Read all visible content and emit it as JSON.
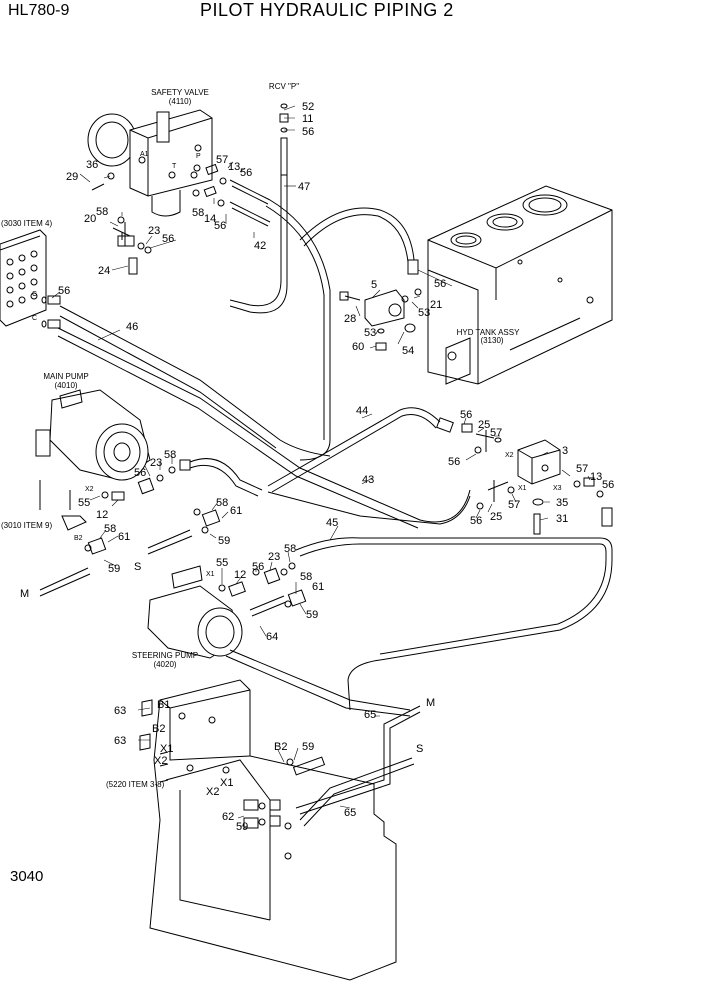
{
  "header": {
    "model": "HL780-9",
    "title": "PILOT HYDRAULIC PIPING 2"
  },
  "footer": {
    "page_number": "3040"
  },
  "components": {
    "safety_valve": {
      "name": "SAFETY VALVE",
      "code": "(4110)"
    },
    "rcv": {
      "name": "RCV \"P\""
    },
    "hyd_tank": {
      "name": "HYD TANK ASSY",
      "code": "(3130)"
    },
    "main_pump": {
      "name": "MAIN PUMP",
      "code": "(4010)"
    },
    "steering_pump": {
      "name": "STEERING PUMP",
      "code": "(4020)"
    },
    "ref_3030": "(3030 ITEM 4)",
    "ref_3010": "(3010 ITEM 9)",
    "ref_5220": "(5220 ITEM 3-8)"
  },
  "port_labels": {
    "a1": "A1",
    "t": "T",
    "p": "P",
    "x1": "X1",
    "x2": "X2",
    "x3": "X3",
    "b1": "B1",
    "b2": "B2",
    "m": "M",
    "s": "S",
    "c": "C"
  },
  "callouts": [
    "52",
    "11",
    "56",
    "47",
    "57",
    "13",
    "56",
    "36",
    "29",
    "58",
    "14",
    "56",
    "42",
    "20",
    "58",
    "23",
    "56",
    "24",
    "5",
    "56",
    "21",
    "28",
    "53",
    "53",
    "54",
    "60",
    "56",
    "46",
    "44",
    "56",
    "25",
    "57",
    "3",
    "56",
    "43",
    "57",
    "13",
    "56",
    "25",
    "57",
    "35",
    "56",
    "31",
    "58",
    "23",
    "56",
    "55",
    "12",
    "58",
    "61",
    "59",
    "58",
    "61",
    "59",
    "45",
    "55",
    "23",
    "58",
    "56",
    "12",
    "58",
    "61",
    "59",
    "64",
    "65",
    "63",
    "63",
    "59",
    "62",
    "59",
    "65"
  ]
}
